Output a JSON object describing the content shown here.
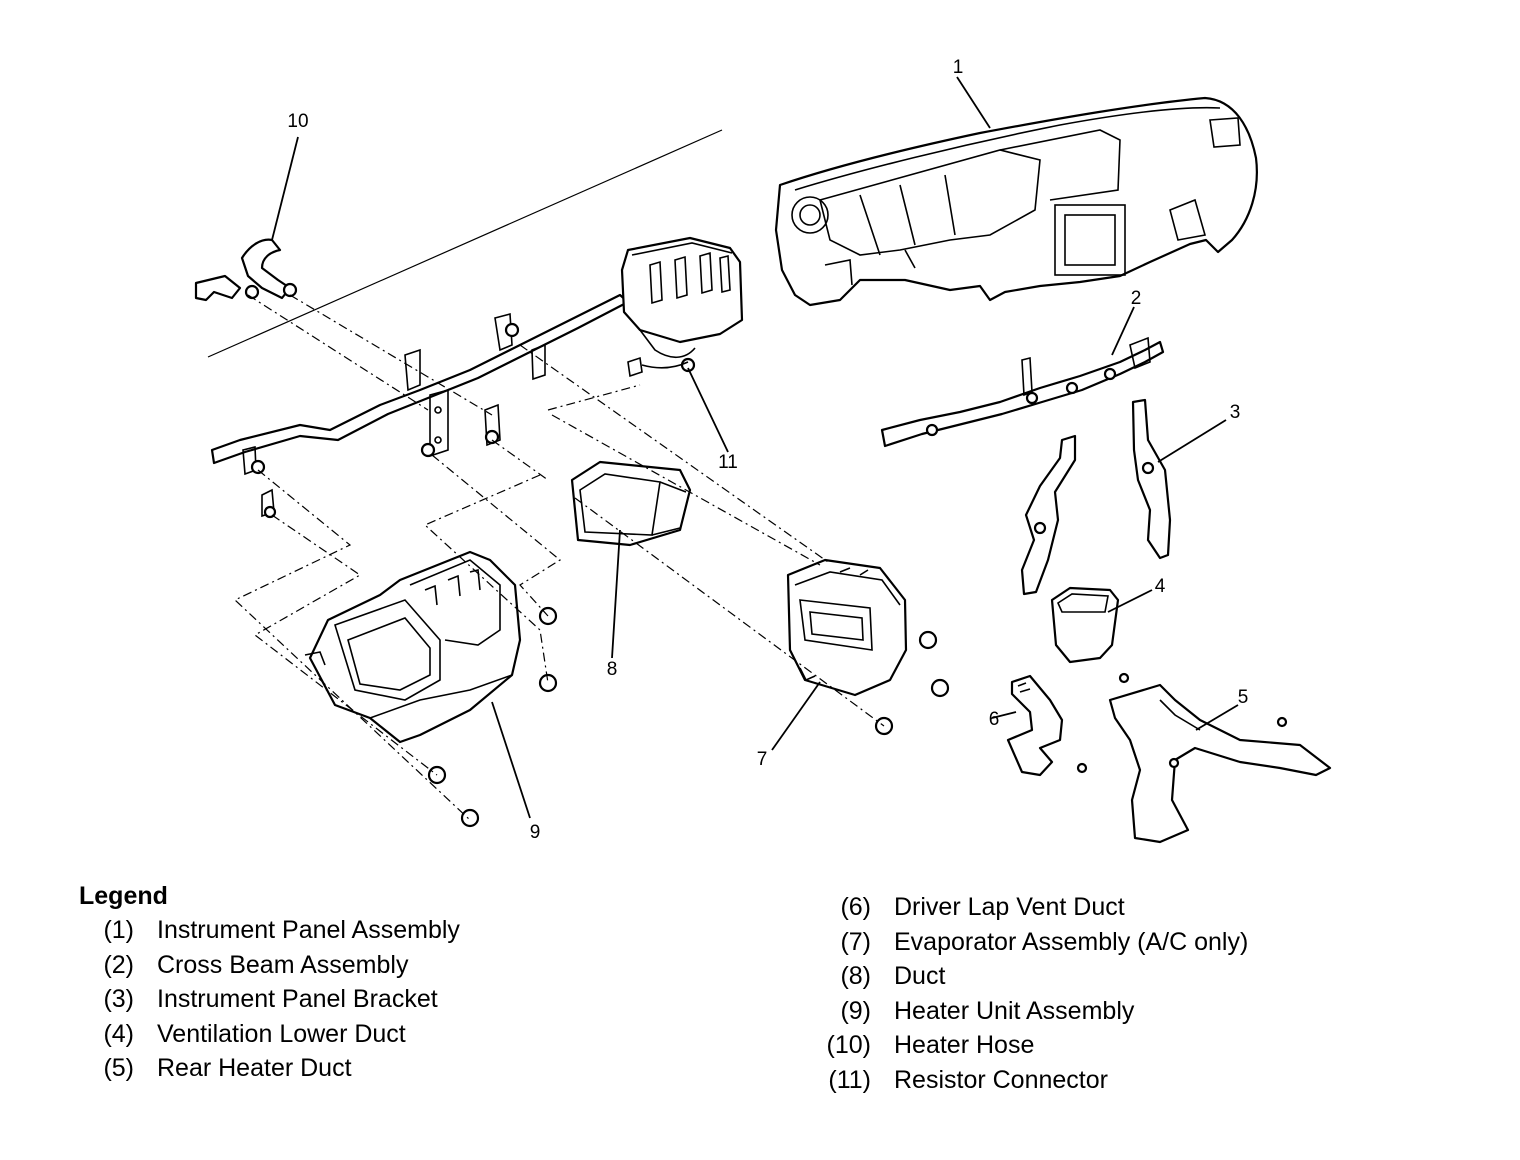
{
  "diagram": {
    "callouts": [
      "1",
      "2",
      "3",
      "4",
      "5",
      "6",
      "7",
      "8",
      "9",
      "10",
      "11"
    ]
  },
  "legend": {
    "title": "Legend",
    "left_items": [
      {
        "num": "(1)",
        "label": "Instrument Panel Assembly"
      },
      {
        "num": "(2)",
        "label": "Cross Beam Assembly"
      },
      {
        "num": "(3)",
        "label": "Instrument Panel Bracket"
      },
      {
        "num": "(4)",
        "label": "Ventilation Lower Duct"
      },
      {
        "num": "(5)",
        "label": "Rear Heater Duct"
      }
    ],
    "right_items": [
      {
        "num": "(6)",
        "label": "Driver Lap Vent Duct"
      },
      {
        "num": "(7)",
        "label": "Evaporator Assembly (A/C only)"
      },
      {
        "num": "(8)",
        "label": "Duct"
      },
      {
        "num": "(9)",
        "label": "Heater Unit Assembly"
      },
      {
        "num": "(10)",
        "label": "Heater Hose"
      },
      {
        "num": "(11)",
        "label": "Resistor Connector"
      }
    ]
  }
}
